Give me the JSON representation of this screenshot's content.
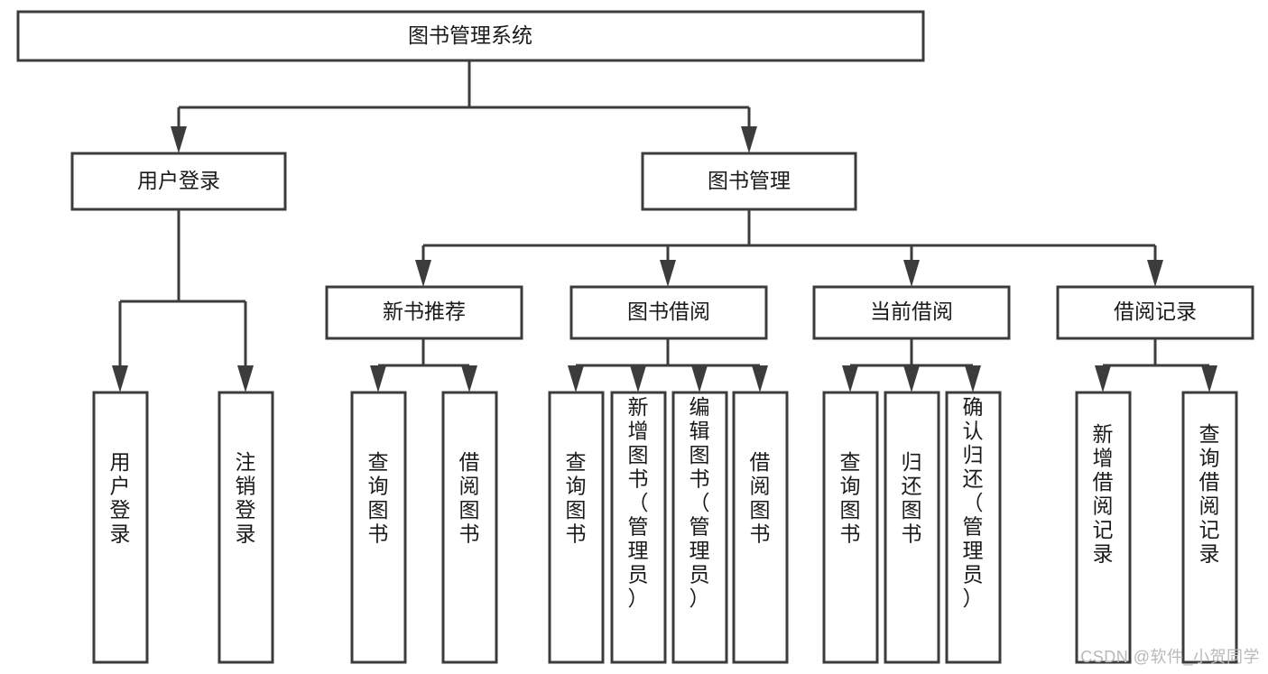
{
  "diagram": {
    "type": "tree-hierarchy",
    "title": "图书管理系统",
    "watermark": "CSDN @软件_小贺同学",
    "colors": {
      "stroke": "#3c3c3c",
      "fill": "#ffffff",
      "text": "#1a1a1a",
      "watermark": "#b9b9b9"
    },
    "nodes": {
      "root": {
        "label": "图书管理系统",
        "orientation": "horizontal"
      },
      "level1": [
        {
          "label": "用户登录",
          "orientation": "horizontal"
        },
        {
          "label": "图书管理",
          "orientation": "horizontal"
        }
      ],
      "level2": [
        {
          "label": "新书推荐",
          "orientation": "horizontal"
        },
        {
          "label": "图书借阅",
          "orientation": "horizontal"
        },
        {
          "label": "当前借阅",
          "orientation": "horizontal"
        },
        {
          "label": "借阅记录",
          "orientation": "horizontal"
        }
      ],
      "leaves": {
        "user_login": [
          {
            "label": "用户登录",
            "orientation": "vertical"
          },
          {
            "label": "注销登录",
            "orientation": "vertical"
          }
        ],
        "new_book_recommend": [
          {
            "label": "查询图书",
            "orientation": "vertical"
          },
          {
            "label": "借阅图书",
            "orientation": "vertical"
          }
        ],
        "book_borrow": [
          {
            "label": "查询图书",
            "orientation": "vertical"
          },
          {
            "label": "新增图书（管理员）",
            "orientation": "vertical"
          },
          {
            "label": "编辑图书（管理员）",
            "orientation": "vertical"
          },
          {
            "label": "借阅图书",
            "orientation": "vertical"
          }
        ],
        "current_borrow": [
          {
            "label": "查询图书",
            "orientation": "vertical"
          },
          {
            "label": "归还图书",
            "orientation": "vertical"
          },
          {
            "label": "确认归还（管理员）",
            "orientation": "vertical"
          }
        ],
        "borrow_record": [
          {
            "label": "新增借阅记录",
            "orientation": "vertical"
          },
          {
            "label": "查询借阅记录",
            "orientation": "vertical"
          }
        ]
      }
    }
  }
}
